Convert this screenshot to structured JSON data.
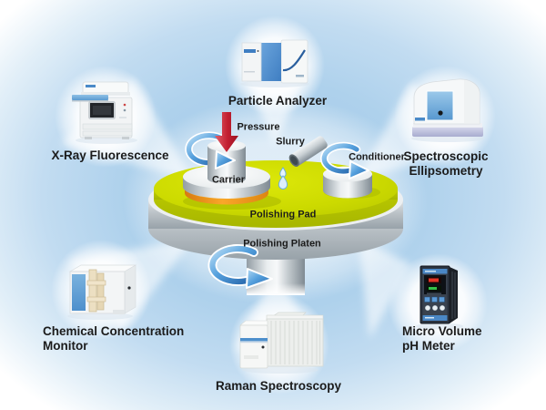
{
  "diagram": {
    "center_labels": {
      "pressure": "Pressure",
      "slurry": "Slurry",
      "conditioner": "Conditioner",
      "carrier": "Carrier",
      "polishing_pad": "Polishing Pad",
      "polishing_platen": "Polishing Platen"
    },
    "instruments": [
      {
        "id": "particle-analyzer",
        "label": "Particle Analyzer",
        "position": "top"
      },
      {
        "id": "xray-fluorescence",
        "label": "X-Ray Fluorescence",
        "position": "left"
      },
      {
        "id": "spectroscopic-ellipsometry",
        "label": "Spectroscopic\nEllipsometry",
        "position": "right"
      },
      {
        "id": "chemical-concentration-monitor",
        "label": "Chemical Concentration\nMonitor",
        "position": "bottom-left"
      },
      {
        "id": "raman-spectroscopy",
        "label": "Raman Spectroscopy",
        "position": "bottom"
      },
      {
        "id": "micro-volume-ph-meter",
        "label": "Micro Volume\npH Meter",
        "position": "bottom-right"
      }
    ],
    "colors": {
      "background_blue": "#aecfe9",
      "pad_yellow": "#c9d800",
      "wafer_orange": "#f09000",
      "rotation_arrow_blue": "#2e6fb4",
      "pressure_arrow_red": "#c0182b",
      "metal_gray": "#aab4ba"
    }
  }
}
